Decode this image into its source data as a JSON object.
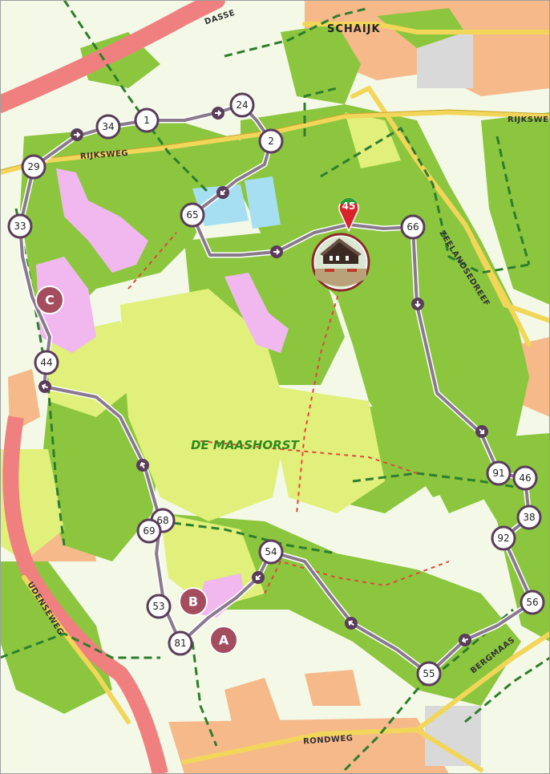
{
  "place": "SCHAIJK",
  "area": "DE MAASHORST",
  "roads": {
    "dasse": "DASSE",
    "rijksweg_left": "RIJKSWEG",
    "rijksweg_right": "RIJKSWEG",
    "zeelandsedreef": "ZEELANDSEDREEF",
    "udenseweg": "UDENSEWEG",
    "bergmaas": "BERGMAAS",
    "rondweg": "RONDWEG"
  },
  "start_marker": {
    "label": "45",
    "color": "#d9232b",
    "top_color": "#2e9b3a"
  },
  "nodes": [
    "1",
    "24",
    "2",
    "34",
    "29",
    "33",
    "65",
    "66",
    "44",
    "68",
    "69",
    "54",
    "53",
    "81",
    "91",
    "46",
    "38",
    "92",
    "56",
    "55"
  ],
  "pois": [
    "A",
    "B",
    "C"
  ],
  "colors": {
    "route": "#8a7a8e",
    "node_border": "#5a3d5a",
    "poi": "#a34d5e",
    "forest": "#8cc63f",
    "heath": "#e0f07a",
    "highway": "#f08080",
    "main_road": "#f2d65a",
    "trail": "#2e7d2e",
    "built": "#f6b98a",
    "water": "#a6dff2",
    "pink": "#f0b8ee"
  },
  "icons": [
    "arrow-icon",
    "house-icon",
    "map-pin-icon"
  ]
}
